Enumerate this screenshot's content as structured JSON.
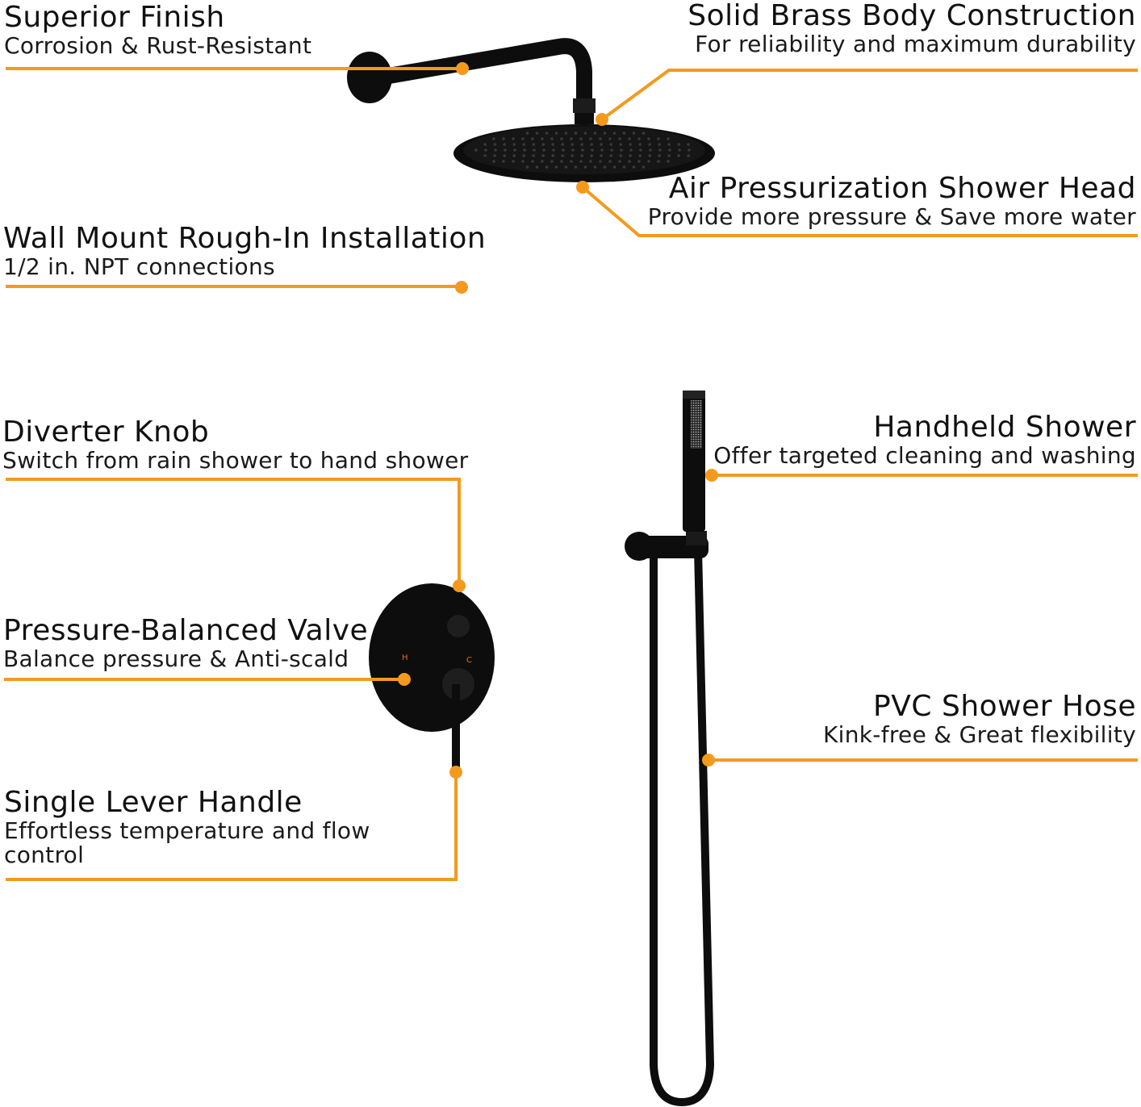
{
  "accent_color": "#F39A1E",
  "product_color": "#0d0d0d",
  "valve": {
    "hot_mark": "H",
    "cold_mark": "C"
  },
  "callouts": [
    {
      "id": "superior-finish",
      "title": "Superior Finish",
      "subtitle": "Corrosion & Rust-Resistant"
    },
    {
      "id": "solid-brass",
      "title": "Solid Brass Body Construction",
      "subtitle": "For reliability and maximum durability"
    },
    {
      "id": "air-pressurization",
      "title": "Air Pressurization Shower Head",
      "subtitle": "Provide more pressure & Save more water"
    },
    {
      "id": "wall-mount",
      "title": "Wall Mount Rough-In Installation",
      "subtitle": "1/2 in. NPT connections"
    },
    {
      "id": "diverter-knob",
      "title": "Diverter Knob",
      "subtitle": "Switch from rain shower to hand shower"
    },
    {
      "id": "handheld-shower",
      "title": "Handheld Shower",
      "subtitle": "Offer targeted cleaning and washing"
    },
    {
      "id": "pressure-balanced",
      "title": "Pressure-Balanced Valve",
      "subtitle": "Balance pressure & Anti-scald"
    },
    {
      "id": "pvc-hose",
      "title": "PVC Shower Hose",
      "subtitle": "Kink-free & Great flexibility"
    },
    {
      "id": "single-lever",
      "title": "Single Lever Handle",
      "subtitle": "Effortless temperature and  flow",
      "subtitle2": "control"
    }
  ]
}
